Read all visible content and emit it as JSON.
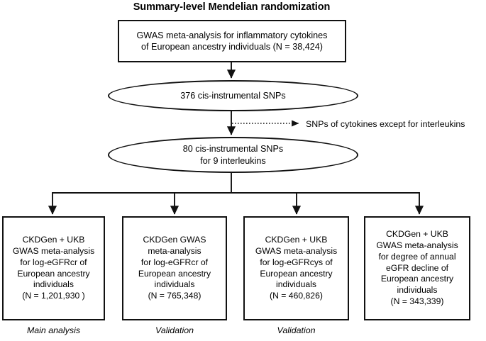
{
  "figure": {
    "title": "Summary-level Mendelian randomization",
    "type": "flowchart",
    "line_color": "#111111",
    "background": "#ffffff"
  },
  "nodes": {
    "source_box": {
      "shape": "rectangle",
      "text": "GWAS meta-analysis for inflammatory cytokines\nof European ancestry individuals (N = 38,424)"
    },
    "all_snps_ellipse": {
      "shape": "ellipse",
      "text": "376 cis-instrumental SNPs"
    },
    "interleukin_snps_ellipse": {
      "shape": "ellipse",
      "text": "80 cis-instrumental SNPs\nfor 9 interleukins"
    },
    "excluded_branch_label": "SNPs of cytokines except for interleukins"
  },
  "outcomes": [
    {
      "text": "CKDGen + UKB\nGWAS meta-analysis\nfor log-eGFRcr of\nEuropean ancestry\nindividuals\n(N = 1,201,930 )",
      "caption": "Main analysis"
    },
    {
      "text": "CKDGen GWAS\nmeta-analysis\nfor log-eGFRcr of\nEuropean ancestry\nindividuals\n(N = 765,348)",
      "caption": "Validation"
    },
    {
      "text": "CKDGen + UKB\nGWAS meta-analysis\nfor log-eGFRcys of\nEuropean ancestry\nindividuals\n(N = 460,826)",
      "caption": "Validation"
    },
    {
      "text": "CKDGen + UKB\nGWAS meta-analysis\nfor degree of annual\neGFR decline of\nEuropean ancestry\nindividuals\n(N = 343,339)",
      "caption": ""
    }
  ]
}
